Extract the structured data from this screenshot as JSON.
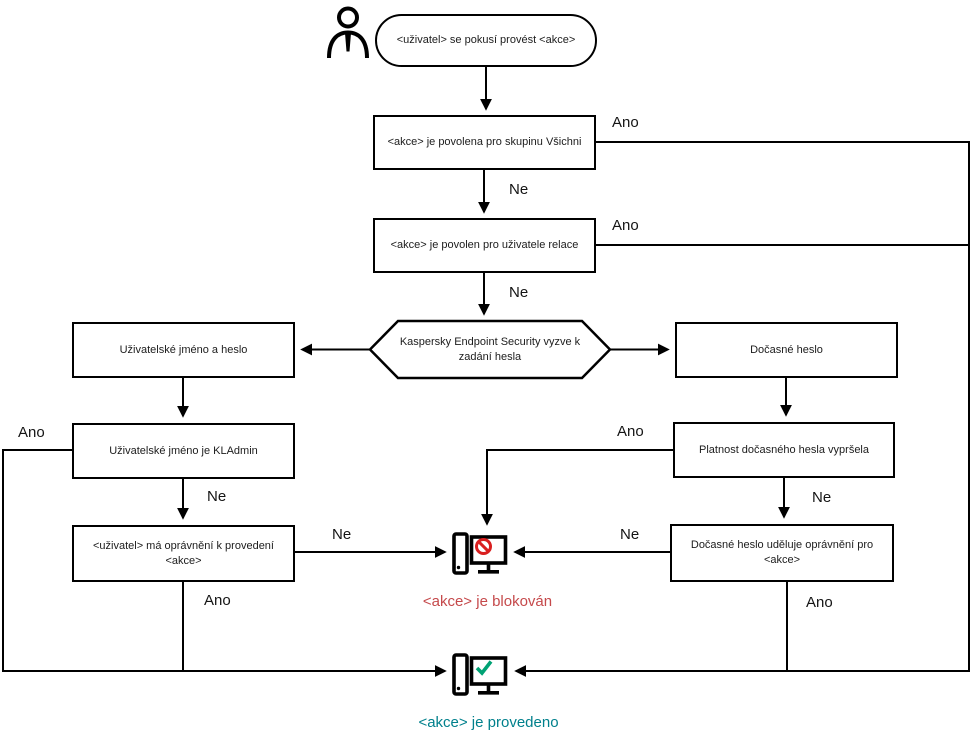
{
  "nodes": {
    "start": "<uživatel> se pokusí provést <akce>",
    "allowed_group": "<akce> je povolena pro skupinu Všichni",
    "allowed_session": "<akce> je povolen pro uživatele relace",
    "password_prompt": "Kaspersky Endpoint Security vyzve k zadání hesla",
    "username_password": "Uživatelské jméno a heslo",
    "temp_password": "Dočasné heslo",
    "is_kladmin": "Uživatelské jméno je KLAdmin",
    "has_permission": "<uživatel> má oprávnění k provedení <akce>",
    "temp_expired": "Platnost dočasného hesla vypršela",
    "temp_grants": "Dočasné heslo uděluje oprávnění pro <akce>"
  },
  "edges": {
    "group_yes": "Ano",
    "group_no": "Ne",
    "session_yes": "Ano",
    "session_no": "Ne",
    "kladmin_yes": "Ano",
    "kladmin_no": "Ne",
    "permission_no": "Ne",
    "permission_yes": "Ano",
    "expired_yes": "Ano",
    "expired_no": "Ne",
    "grants_no": "Ne",
    "grants_yes": "Ano"
  },
  "status": {
    "blocked": "<akce> je blokován",
    "executed": "<akce> je provedeno"
  },
  "colors": {
    "line": "#000000",
    "blocked_text": "#c5494b",
    "executed_text": "#00808c",
    "blocked_symbol": "#d91f1f",
    "check_symbol": "#00a274"
  }
}
